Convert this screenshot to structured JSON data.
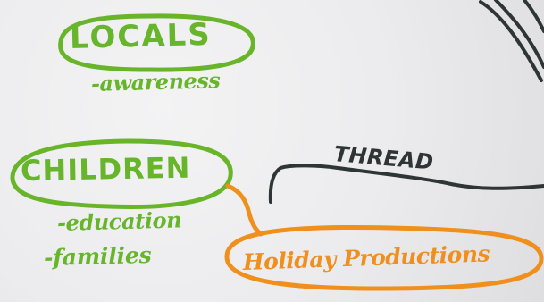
{
  "texts": {
    "locals": "LOCALS",
    "awareness": "-awareness",
    "children": "CHILDREN",
    "education": "-education",
    "families": "-families",
    "holiday_productions": "Holiday Productions",
    "thread": "THREAD"
  },
  "colors": {
    "green_marker": "#67b52a",
    "orange_marker": "#ef8f1f",
    "black_marker": "#2f3436",
    "paper": "#eeeeef"
  }
}
